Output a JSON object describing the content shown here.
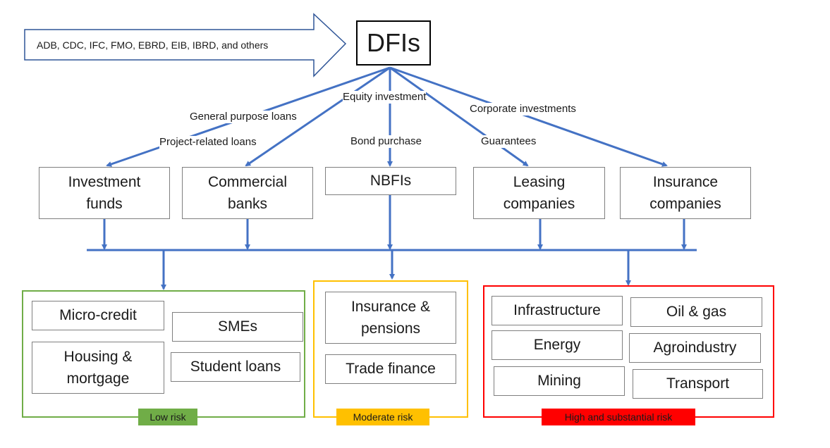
{
  "sources": {
    "text": "ADB, CDC, IFC, FMO, EBRD, EIB, IBRD, and others"
  },
  "dfi": {
    "label": "DFIs"
  },
  "channels": {
    "equity": "Equity investment",
    "general": "General purpose loans",
    "corporate": "Corporate investments",
    "project": "Project-related loans",
    "bond": "Bond purchase",
    "guarantees": "Guarantees"
  },
  "intermediaries": [
    {
      "label": "Investment\nfunds"
    },
    {
      "label": "Commercial\nbanks"
    },
    {
      "label": "NBFIs"
    },
    {
      "label": "Leasing\ncompanies"
    },
    {
      "label": "Insurance\ncompanies"
    }
  ],
  "risk_groups": {
    "low": {
      "label": "Low risk",
      "color": "#70ad47",
      "items": [
        "Micro-credit",
        "SMEs",
        "Housing &\nmortgage",
        "Student loans"
      ]
    },
    "moderate": {
      "label": "Moderate risk",
      "color": "#ffc000",
      "items": [
        "Insurance &\npensions",
        "Trade finance"
      ]
    },
    "high": {
      "label": "High and substantial risk",
      "color": "#ff0000",
      "items": [
        "Infrastructure",
        "Oil & gas",
        "Energy",
        "Agroindustry",
        "Mining",
        "Transport"
      ]
    }
  },
  "colors": {
    "connector": "#4472c4",
    "outline": "#7f7f7f"
  }
}
